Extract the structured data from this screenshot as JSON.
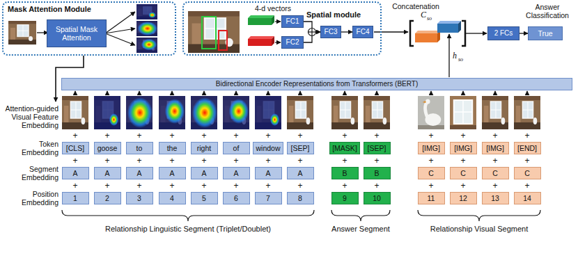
{
  "diagram": {
    "nodes": [
      {
        "text": [
          "Mask Attention Module"
        ]
      },
      {
        "text": [
          "Spatial Mask Attention"
        ],
        "in": 0
      },
      {
        "text": [
          "Spatial module"
        ]
      },
      {
        "text": [
          "FC1"
        ],
        "in": 2
      },
      {
        "text": [
          "FC2"
        ],
        "in": 2
      },
      {
        "text": [
          "FC3"
        ],
        "in": 2
      },
      {
        "text": [
          "FC4"
        ],
        "in": 2
      },
      {
        "text": [
          "2 FCs"
        ]
      },
      {
        "text": [
          "True"
        ]
      },
      {
        "text": [
          "Bidirectional Encoder Representations from Transformers (BERT)"
        ]
      },
      {
        "text": [
          "[CLS]"
        ]
      },
      {
        "text": [
          "goose"
        ]
      },
      {
        "text": [
          "to"
        ]
      },
      {
        "text": [
          "the"
        ]
      },
      {
        "text": [
          "right"
        ]
      },
      {
        "text": [
          "of"
        ]
      },
      {
        "text": [
          "window"
        ]
      },
      {
        "text": [
          "[SEP]"
        ]
      },
      {
        "text": [
          "[MASK]"
        ]
      },
      {
        "text": [
          "[SEP]"
        ]
      },
      {
        "text": [
          "[IMG]"
        ]
      },
      {
        "text": [
          "[IMG]"
        ]
      },
      {
        "text": [
          "[IMG]"
        ]
      },
      {
        "text": [
          "[END]"
        ]
      },
      {
        "text": [
          "A"
        ]
      },
      {
        "text": [
          "A"
        ]
      },
      {
        "text": [
          "A"
        ]
      },
      {
        "text": [
          "A"
        ]
      },
      {
        "text": [
          "A"
        ]
      },
      {
        "text": [
          "A"
        ]
      },
      {
        "text": [
          "A"
        ]
      },
      {
        "text": [
          "A"
        ]
      },
      {
        "text": [
          "B"
        ]
      },
      {
        "text": [
          "B"
        ]
      },
      {
        "text": [
          "C"
        ]
      },
      {
        "text": [
          "C"
        ]
      },
      {
        "text": [
          "C"
        ]
      },
      {
        "text": [
          "C"
        ]
      },
      {
        "text": [
          "1"
        ]
      },
      {
        "text": [
          "2"
        ]
      },
      {
        "text": [
          "3"
        ]
      },
      {
        "text": [
          "4"
        ]
      },
      {
        "text": [
          "5"
        ]
      },
      {
        "text": [
          "6"
        ]
      },
      {
        "text": [
          "7"
        ]
      },
      {
        "text": [
          "8"
        ]
      },
      {
        "text": [
          "9"
        ]
      },
      {
        "text": [
          "10"
        ]
      },
      {
        "text": [
          "11"
        ]
      },
      {
        "text": [
          "12"
        ]
      },
      {
        "text": [
          "13"
        ]
      },
      {
        "text": [
          "14"
        ]
      }
    ],
    "edges": [
      {
        "from": 3,
        "to": 5,
        "arrow": "to"
      },
      {
        "from": 4,
        "to": 5,
        "arrow": "to"
      },
      {
        "from": 5,
        "to": 6,
        "arrow": "to"
      },
      {
        "from": 7,
        "to": 8,
        "arrow": "to"
      }
    ],
    "labels": [
      "4-d vectors",
      "Concatenation",
      "C",
      "so",
      "h",
      "so",
      "Answer Classification",
      "Attention-guided Visual Feature Embedding",
      "Token Embedding",
      "Segment Embedding",
      "Position Embedding",
      "+",
      "+",
      "+",
      "+",
      "+",
      "+",
      "+",
      "+",
      "+",
      "+",
      "+",
      "+",
      "+",
      "+",
      "+",
      "+",
      "+",
      "+",
      "+",
      "+",
      "+",
      "+",
      "+",
      "+",
      "+",
      "+",
      "+",
      "+",
      "+",
      "+",
      "+",
      "+",
      "+",
      "+",
      "+",
      "+",
      "+",
      "+",
      "+",
      "+",
      "+",
      "+",
      "Relationship Linguistic Segment (Triplet/Doublet)",
      "Answer Segment",
      "Relationship Visual Segment"
    ]
  }
}
